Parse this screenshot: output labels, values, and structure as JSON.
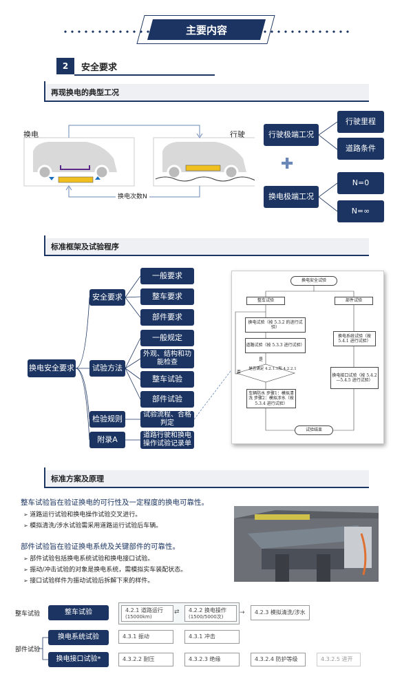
{
  "header": {
    "title": "主要内容"
  },
  "section": {
    "number": "2",
    "title": "安全要求"
  },
  "s1": {
    "title": "再现换电的典型工况",
    "left_label": "换电",
    "right_label": "行驶",
    "loop_label": "换电次数N",
    "drive_extreme": "行驶极端工况",
    "swap_extreme": "换电极端工况",
    "mileage": "行驶里程",
    "road": "道路条件",
    "n0": "N=0",
    "ninf": "N=∞"
  },
  "s2": {
    "title": "标准框架及试验程序",
    "root": "换电安全要求",
    "cat1": "安全要求",
    "cat2": "试验方法",
    "cat3": "检验规则",
    "cat4": "附录A",
    "leaves": [
      "一般要求",
      "整车要求",
      "部件要求",
      "一般规定",
      "外观、结构和功能检查",
      "整车试验",
      "部件试验",
      "试验流程、合格判定",
      "道路行驶和换电操作试验记录单"
    ],
    "flow": {
      "start": "换电安全试验",
      "vehicle": "整车试验",
      "component": "部件试验",
      "v1": "换电试验（按 5.3.2 的进行试验）",
      "v2": "道路试验（按 5.3.3 进行试验）",
      "decision": "是否满足 4.2.1.1和 4.2.2.1",
      "yes": "是",
      "no": "否",
      "v3": "车辆防水 步骤1：模拟清洗 步骤2：模拟涉水（按 5.3.4 进行试验）",
      "c1": "换电系统试验（按 5.4.1 进行试验）",
      "c2": "换电接口试验（按 5.4.2—5.4.5 进行试验）",
      "end": "试验结束"
    }
  },
  "s3": {
    "title": "标准方案及原理",
    "vehicle_intro": "整车试验旨在验证换电的可行性及一定程度的换电可靠性。",
    "vehicle_bullets": [
      "道路运行试验和换电操作试验交叉进行。",
      "模拟清洗/涉水试验需采用道路运行试验后车辆。"
    ],
    "component_intro": "部件试验旨在验证换电系统及关键部件的可靠性。",
    "component_bullets": [
      "部件试验包括换电系统试验和换电接口试验。",
      "振动/冲击试验的对象是换电系统，需模拟实车装配状态。",
      "接口试验样件为振动试验后拆解下来的样件。"
    ]
  },
  "table": {
    "row1_label": "整车试验",
    "row2_label": "部件试验",
    "vehicle_btn": "整车试验",
    "sys_btn": "换电系统试验",
    "iface_btn": "换电接口试验*",
    "c421a": "4.2.1 道路运行",
    "c421b": "(15000km)",
    "c422a": "4.2.2 换电操作",
    "c422b": "(1500/5000次)",
    "c423": "4.2.3 模拟清洗/涉水",
    "c431a": "4.3.1 振动",
    "c431b": "4.3.1 冲击",
    "c4322": "4.3.2.2 耐压",
    "c4323": "4.3.2.3 绝缘",
    "c4324": "4.3.2.4 防护等级",
    "c4325": "4.3.2.5 进开"
  },
  "colors": {
    "navy": "#1b3461"
  }
}
